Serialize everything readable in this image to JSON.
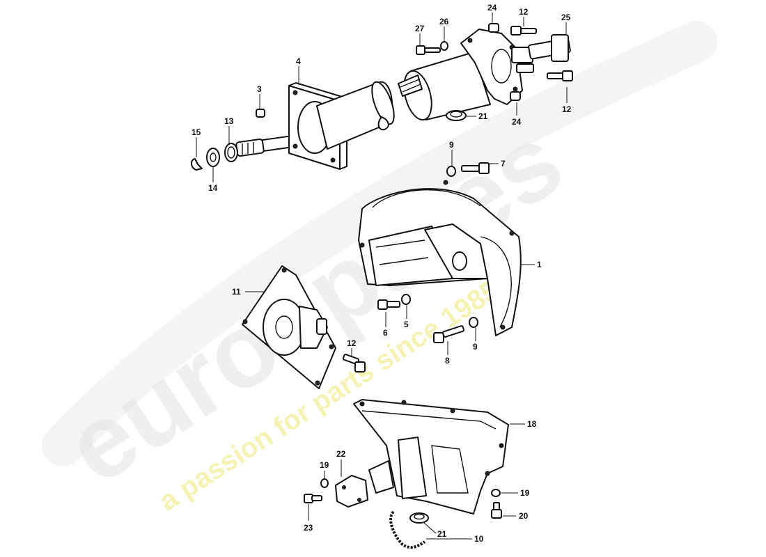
{
  "watermark": {
    "brand": "eurospares",
    "tagline": "a passion for parts since 1985",
    "brand_color": "#e2e2e2",
    "tagline_color": "#f2ee9a"
  },
  "callouts": [
    {
      "id": "c27",
      "label": "27"
    },
    {
      "id": "c26",
      "label": "26"
    },
    {
      "id": "c24a",
      "label": "24"
    },
    {
      "id": "c12a",
      "label": "12"
    },
    {
      "id": "c25",
      "label": "25"
    },
    {
      "id": "c4",
      "label": "4"
    },
    {
      "id": "c3",
      "label": "3"
    },
    {
      "id": "c12b",
      "label": "12"
    },
    {
      "id": "c21a",
      "label": "21"
    },
    {
      "id": "c24b",
      "label": "24"
    },
    {
      "id": "c15",
      "label": "15"
    },
    {
      "id": "c13",
      "label": "13"
    },
    {
      "id": "c14",
      "label": "14"
    },
    {
      "id": "c9a",
      "label": "9"
    },
    {
      "id": "c7",
      "label": "7"
    },
    {
      "id": "c1",
      "label": "1"
    },
    {
      "id": "c11",
      "label": "11"
    },
    {
      "id": "c6",
      "label": "6"
    },
    {
      "id": "c5",
      "label": "5"
    },
    {
      "id": "c8",
      "label": "8"
    },
    {
      "id": "c9b",
      "label": "9"
    },
    {
      "id": "c12c",
      "label": "12"
    },
    {
      "id": "c18",
      "label": "18"
    },
    {
      "id": "c22",
      "label": "22"
    },
    {
      "id": "c19a",
      "label": "19"
    },
    {
      "id": "c19b",
      "label": "19"
    },
    {
      "id": "c20",
      "label": "20"
    },
    {
      "id": "c23",
      "label": "23"
    },
    {
      "id": "c21b",
      "label": "21"
    },
    {
      "id": "c10",
      "label": "10"
    }
  ]
}
